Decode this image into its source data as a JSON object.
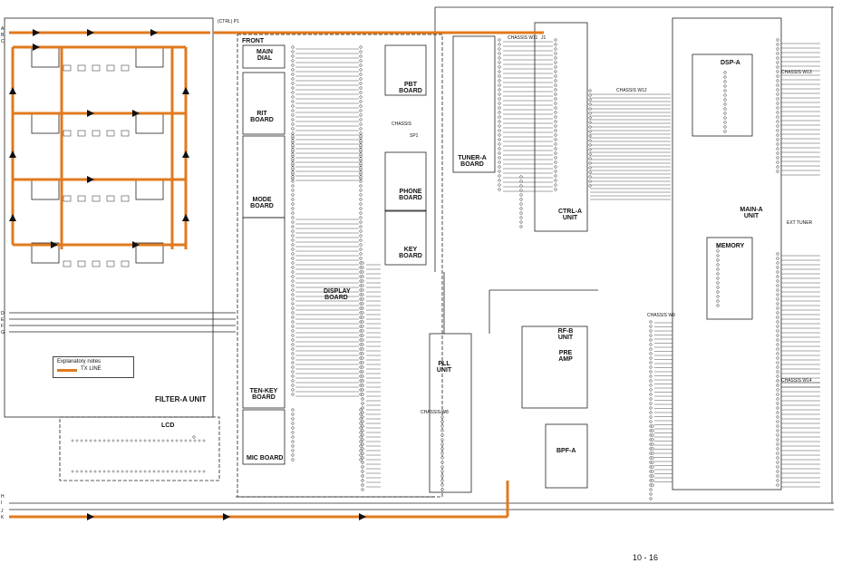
{
  "page_number": "10 - 16",
  "colors": {
    "tx_line": "#e07a1f",
    "wire": "#222222",
    "board_fill": "#f2f2f2"
  },
  "legend": {
    "title": "Explanatory notes",
    "item": "TX LINE"
  },
  "boards": {
    "filter_a": "FILTER-A UNIT",
    "front": "FRONT",
    "main_dial": "MAIN DIAL",
    "rit": "RIT BOARD",
    "mode": "MODE BOARD",
    "ten_key": "TEN-KEY BOARD",
    "mic": "MIC BOARD",
    "display": "DISPLAY BOARD",
    "pbt": "PBT BOARD",
    "phone": "PHONE BOARD",
    "key": "KEY BOARD",
    "lcd": "LCD",
    "tuner_a": "TUNER-A BOARD",
    "ctrl_a": "CTRL-A UNIT",
    "pll": "PLL UNIT",
    "rf_b": "RF-B UNIT",
    "pre_amp": "PRE AMP",
    "bpf_a": "BPF-A",
    "main_a": "MAIN-A UNIT",
    "dsp_a": "DSP-A",
    "memory": "MEMORY",
    "ext_tuner": "EXT TUNER"
  },
  "connectors": {
    "j1": "J1",
    "chassis_w11": "CHASSIS W11",
    "chassis_w12": "CHASSIS W12",
    "chassis_w13": "CHASSIS W13",
    "chassis_w14": "CHASSIS W14",
    "chassis_w8": "CHASSIS W8",
    "chassis_w9": "CHASSIS W9",
    "ctrl_p1": "(CTRL) P1",
    "sp1": "SP1",
    "chassis": "CHASSIS"
  },
  "side_labels": [
    "A",
    "B",
    "C",
    "D",
    "E",
    "F",
    "G",
    "H",
    "I",
    "J",
    "K"
  ]
}
